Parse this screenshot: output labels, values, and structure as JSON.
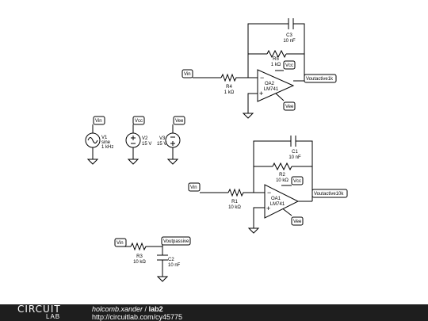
{
  "circuit": {
    "labels": {
      "vin1": "Vin",
      "vcc1": "Vcc",
      "vee1": "Vee",
      "out1": "Voutactive1k",
      "vin2": "Vin",
      "vcc2": "Vcc",
      "vee2": "Vee",
      "out2": "Voutactive10k",
      "vinsrc": "Vin",
      "vccsrc": "Vcc",
      "veesrc": "Vee",
      "vin3": "Vin",
      "out3": "Voutpassive"
    },
    "components": {
      "c3": {
        "name": "C3",
        "value": "10 nF"
      },
      "r5": {
        "name": "R5",
        "value": "1 kΩ"
      },
      "r4": {
        "name": "R4",
        "value": "1 kΩ"
      },
      "oa2": {
        "name": "OA2",
        "value": "LM741"
      },
      "v1": {
        "name": "V1",
        "value1": "sine",
        "value2": "1 kHz"
      },
      "v2": {
        "name": "V2",
        "value": "15 V"
      },
      "v3": {
        "name": "V3",
        "value": "15 V"
      },
      "c1": {
        "name": "C1",
        "value": "10 nF"
      },
      "r2": {
        "name": "R2",
        "value": "10 kΩ"
      },
      "r1": {
        "name": "R1",
        "value": "10 kΩ"
      },
      "oa1": {
        "name": "OA1",
        "value": "LM741"
      },
      "r3": {
        "name": "R3",
        "value": "10 kΩ"
      },
      "c2": {
        "name": "C2",
        "value": "10 nF"
      }
    }
  },
  "footer": {
    "logo_top": "CIRCUIT",
    "logo_bottom": "LAB",
    "user": "holcomb.xander",
    "separator": " / ",
    "project": "lab2",
    "url": "http://circuitlab.com/cy45775"
  }
}
